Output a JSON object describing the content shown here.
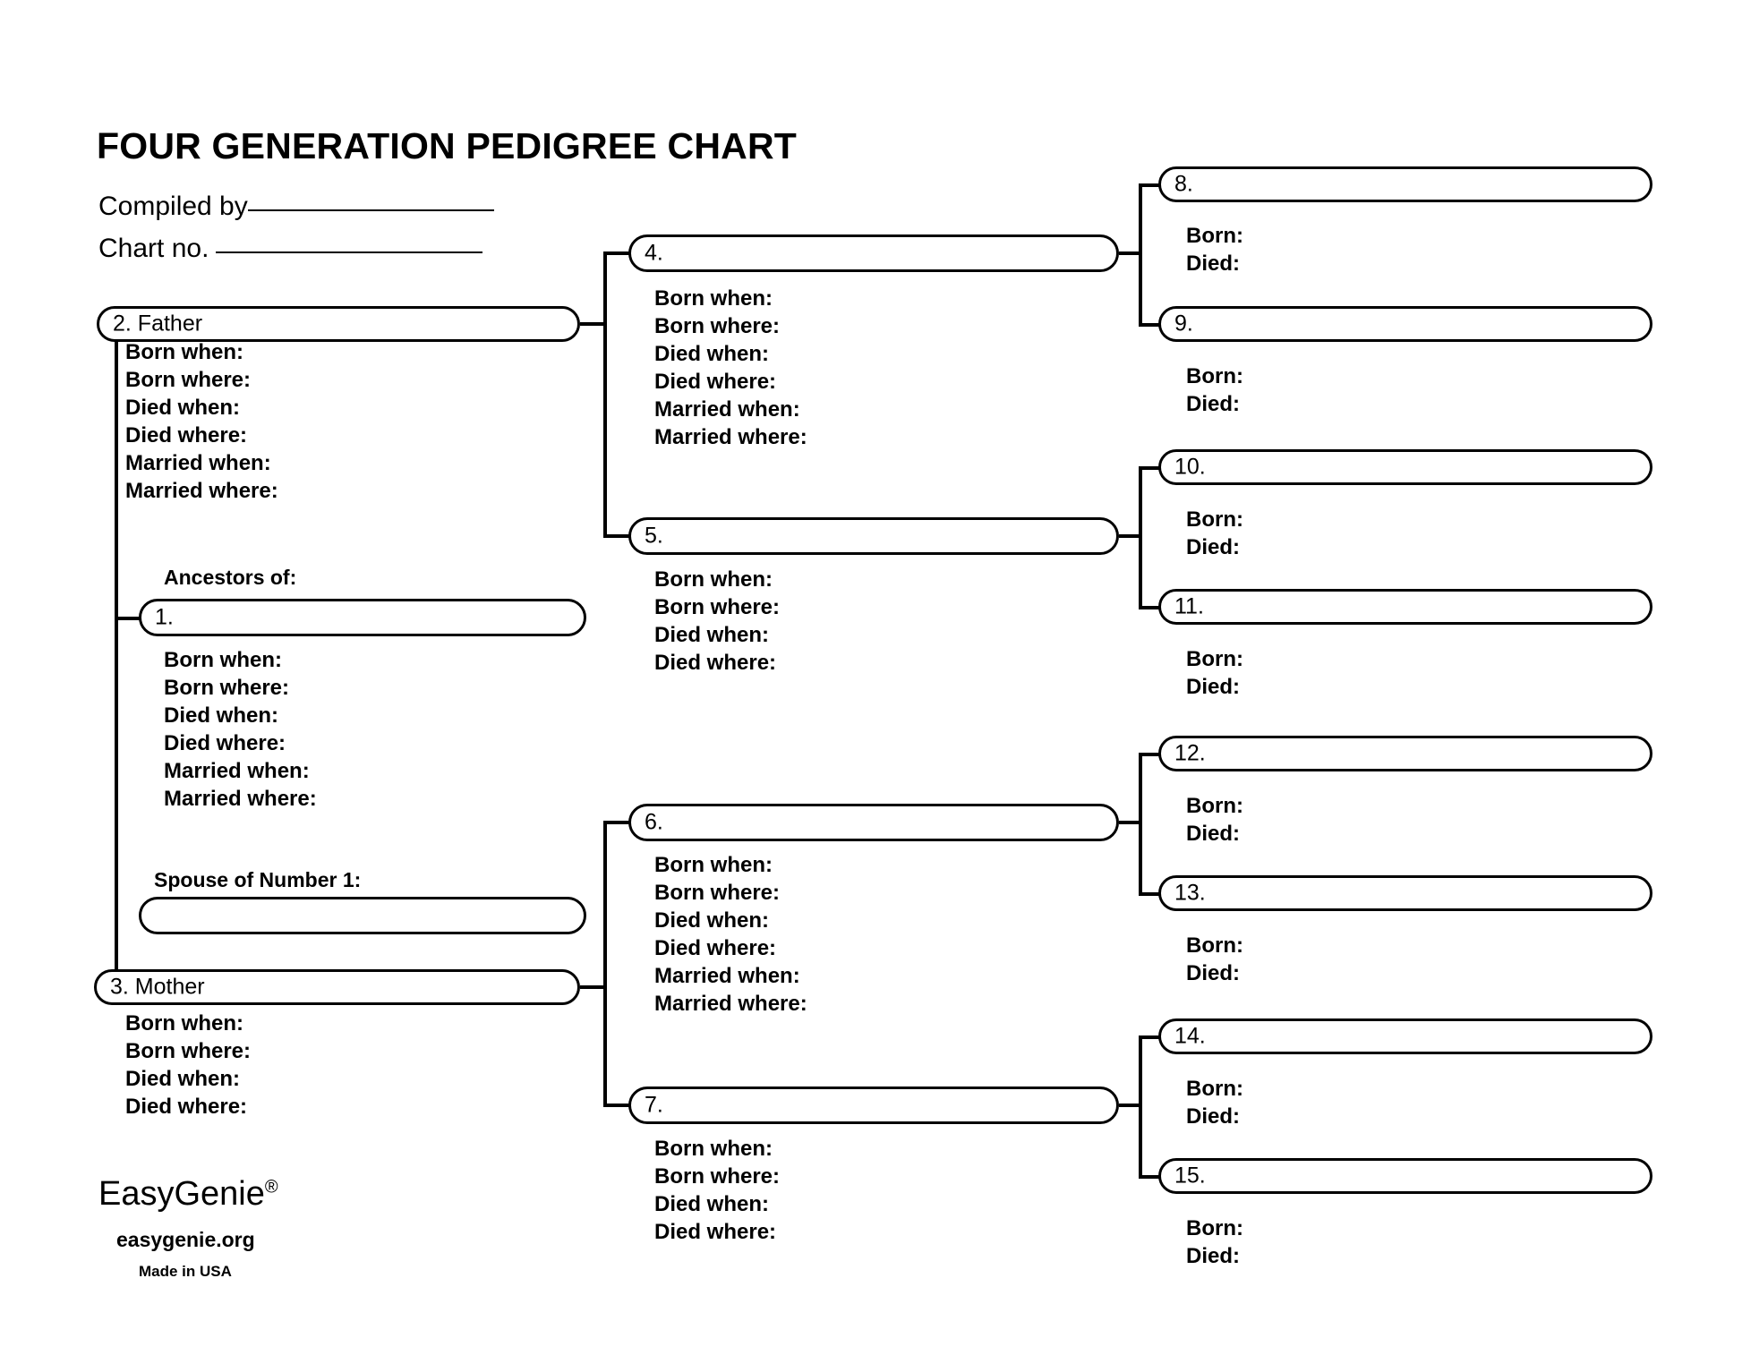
{
  "document": {
    "title": "FOUR GENERATION PEDIGREE CHART",
    "compiled_by_label": "Compiled by",
    "chart_no_label": "Chart no.",
    "compiled_by_value": "",
    "chart_no_value": ""
  },
  "field_sets": {
    "full": [
      "Born when:",
      "Born where:",
      "Died when:",
      "Died where:",
      "Married when:",
      "Married where:"
    ],
    "no_marriage": [
      "Born when:",
      "Born where:",
      "Died when:",
      "Died where:"
    ],
    "short": [
      "Born:",
      "Died:"
    ]
  },
  "labels": {
    "ancestors_of": "Ancestors of:",
    "spouse_of_number_1": "Spouse of Number 1:"
  },
  "boxes": {
    "father": {
      "number": "2.",
      "name": "Father",
      "caption": "2. Father",
      "value": ""
    },
    "mother": {
      "number": "3.",
      "name": "Mother",
      "caption": "3. Mother",
      "value": ""
    },
    "person1": {
      "number": "1.",
      "caption": "1.",
      "value": ""
    },
    "spouse": {
      "number": "",
      "caption": "",
      "value": ""
    },
    "n4": {
      "caption": "4.",
      "value": ""
    },
    "n5": {
      "caption": "5.",
      "value": ""
    },
    "n6": {
      "caption": "6.",
      "value": ""
    },
    "n7": {
      "caption": "7.",
      "value": ""
    },
    "n8": {
      "caption": "8.",
      "value": ""
    },
    "n9": {
      "caption": "9.",
      "value": ""
    },
    "n10": {
      "caption": "10.",
      "value": ""
    },
    "n11": {
      "caption": "11.",
      "value": ""
    },
    "n12": {
      "caption": "12.",
      "value": ""
    },
    "n13": {
      "caption": "13.",
      "value": ""
    },
    "n14": {
      "caption": "14.",
      "value": ""
    },
    "n15": {
      "caption": "15.",
      "value": ""
    }
  },
  "fields_text": {
    "born_when": "Born when:",
    "born_where": "Born where:",
    "died_when": "Died when:",
    "died_where": "Died where:",
    "married_when": "Married when:",
    "married_where": "Married where:",
    "born": "Born:",
    "died": "Died:"
  },
  "footer": {
    "brand": "EasyGenie",
    "brand_mark": "®",
    "url": "easygenie.org",
    "made_in": "Made in USA"
  },
  "colors": {
    "ink": "#000000",
    "paper": "#ffffff"
  }
}
